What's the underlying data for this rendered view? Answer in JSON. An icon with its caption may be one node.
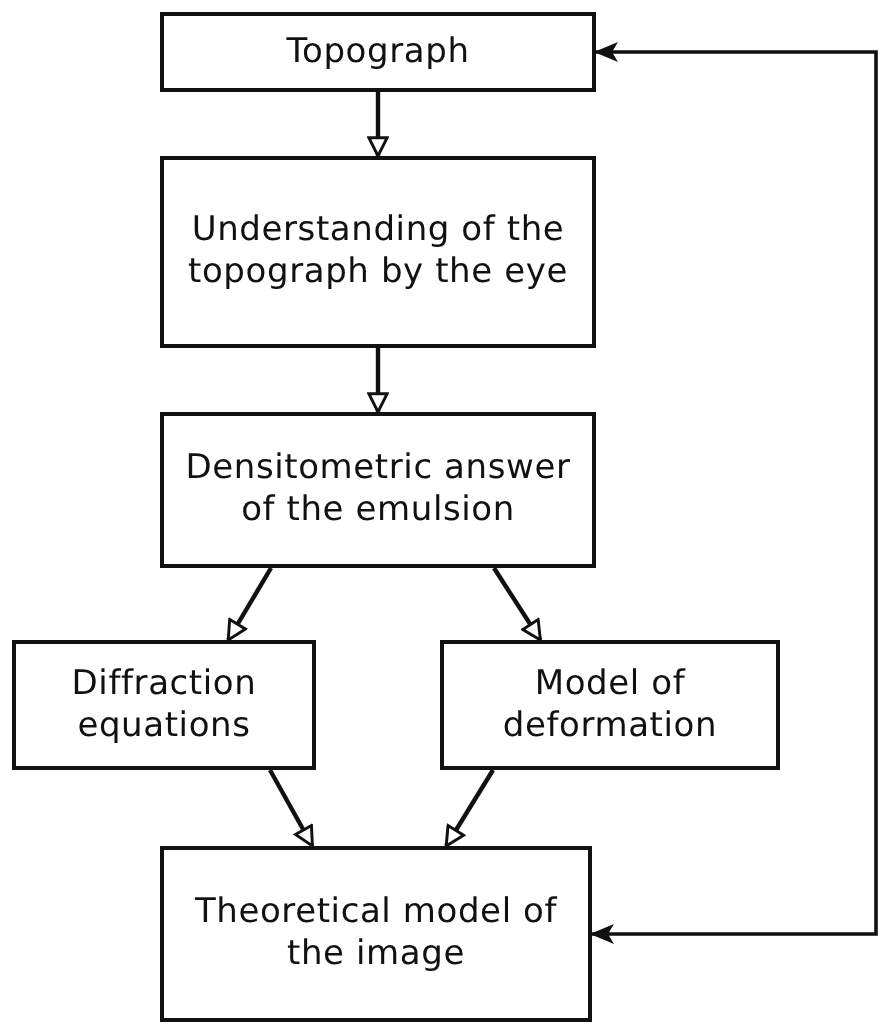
{
  "diagram": {
    "nodes": [
      {
        "text": [
          "Topograph"
        ]
      },
      {
        "text": [
          "Understanding of the topograph by the eye"
        ]
      },
      {
        "text": [
          "Densitometric answer of the emulsion"
        ]
      },
      {
        "text": [
          "Diffraction equations"
        ]
      },
      {
        "text": [
          "Model of deformation"
        ]
      },
      {
        "text": [
          "Theoretical model of the image"
        ]
      }
    ],
    "edges": [
      {
        "from": 0,
        "to": 1,
        "arrow": "to"
      },
      {
        "from": 1,
        "to": 2,
        "arrow": "to"
      },
      {
        "from": 2,
        "to": 3,
        "arrow": "to"
      },
      {
        "from": 2,
        "to": 4,
        "arrow": "to"
      },
      {
        "from": 3,
        "to": 5,
        "arrow": "to"
      },
      {
        "from": 4,
        "to": 5,
        "arrow": "to"
      },
      {
        "from": 5,
        "to": 0,
        "arrow": "both"
      }
    ]
  }
}
